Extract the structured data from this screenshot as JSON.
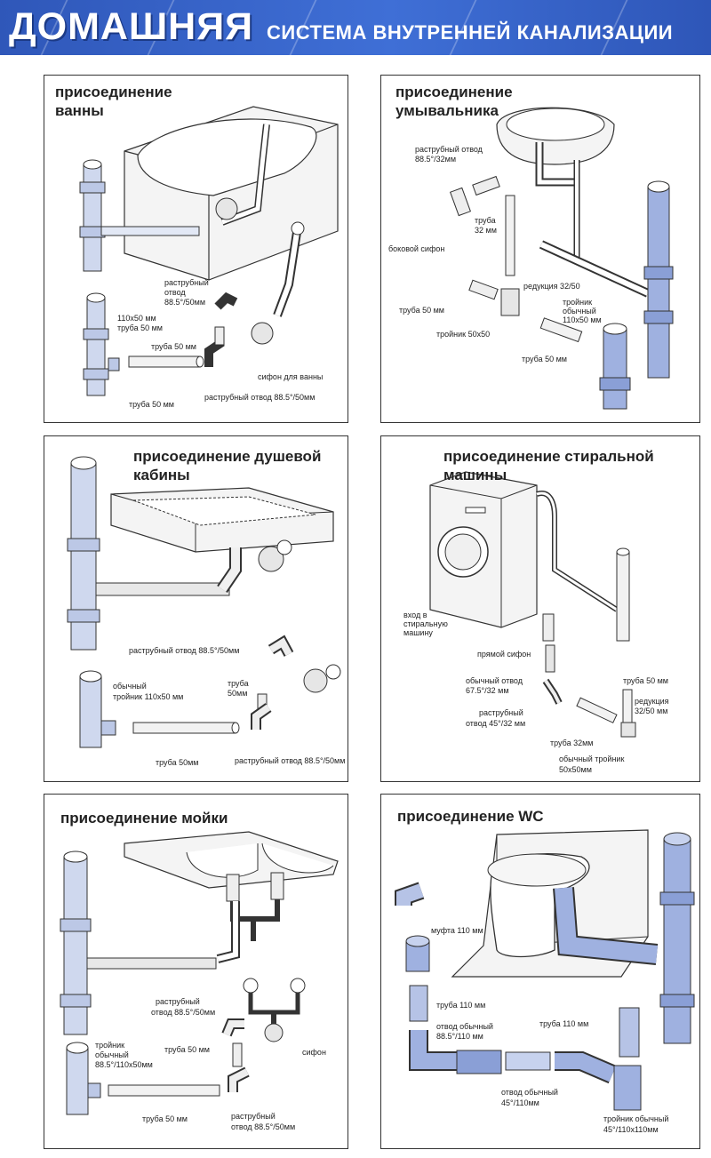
{
  "header": {
    "main": "ДОМАШНЯЯ",
    "sub": "СИСТЕМА ВНУТРЕННЕЙ КАНАЛИЗАЦИИ"
  },
  "colors": {
    "header_blue": "#3a66cc",
    "pipe_blue": "#8a9fd6"
  },
  "panels": {
    "bath": {
      "title_line1": "присоединение",
      "title_line2": "ванны",
      "labels": {
        "elbow_a_l1": "раструбный",
        "elbow_a_l2": "отвод",
        "elbow_a_l3": "88.5°/50мм",
        "tee": "110х50 мм",
        "pipe_a": "труба 50 мм",
        "pipe_b": "труба 50 мм",
        "siphon": "сифон для ванны",
        "elbow_b": "раструбный отвод 88.5°/50мм",
        "pipe_c": "труба 50 мм"
      }
    },
    "basin": {
      "title_line1": "присоединение",
      "title_line2": "умывальника",
      "labels": {
        "elbow_l1": "раструбный отвод",
        "elbow_l2": "88.5°/32мм",
        "pipe32_l1": "труба",
        "pipe32_l2": "32 мм",
        "side_siphon": "боковой сифон",
        "reducer": "редукция 32/50",
        "pipe50_a": "труба 50 мм",
        "tee_l1": "тройник",
        "tee_l2": "обычный",
        "tee_l3": "110х50 мм",
        "tee50": "тройник 50х50",
        "pipe50_b": "труба 50 мм"
      }
    },
    "shower": {
      "title_line1": "присоединение душевой",
      "title_line2": "кабины",
      "labels": {
        "elbow_a": "раструбный отвод 88.5°/50мм",
        "tee_l1": "обычный",
        "tee_l2": "тройник 110х50 мм",
        "pipe_l1": "труба",
        "pipe_l2": "50мм",
        "pipe_long": "труба 50мм",
        "elbow_b": "раструбный отвод 88.5°/50мм"
      }
    },
    "washer": {
      "title_line1": "присоединение стиральной",
      "title_line2": "машины",
      "labels": {
        "inlet_l1": "вход в",
        "inlet_l2": "стиральную",
        "inlet_l3": "машину",
        "straight_siphon": "прямой сифон",
        "elbow675_l1": "обычный отвод",
        "elbow675_l2": "67.5°/32 мм",
        "pipe50": "труба 50 мм",
        "reducer_l1": "редукция",
        "reducer_l2": "32/50 мм",
        "elbow45_l1": "раструбный",
        "elbow45_l2": "отвод 45°/32 мм",
        "pipe32": "труба 32мм",
        "tee_l1": "обычный тройник",
        "tee_l2": "50х50мм"
      }
    },
    "sink": {
      "title": "присоединение мойки",
      "labels": {
        "elbow_a_l1": "раструбный",
        "elbow_a_l2": "отвод 88.5°/50мм",
        "tee_l1": "тройник",
        "tee_l2": "обычный",
        "tee_l3": "88.5°/110х50мм",
        "pipe_short": "труба 50 мм",
        "siphon": "сифон",
        "pipe_long": "труба 50 мм",
        "elbow_b_l1": "раструбный",
        "elbow_b_l2": "отвод 88.5°/50мм"
      }
    },
    "wc": {
      "title": "присоединение WC",
      "labels": {
        "coupling": "муфта 110 мм",
        "pipe110_a": "труба 110 мм",
        "elbow_l1": "отвод обычный",
        "elbow_l2": "88.5°/110 мм",
        "pipe110_b": "труба 110 мм",
        "elbow45_l1": "отвод обычный",
        "elbow45_l2": "45°/110мм",
        "tee_l1": "тройник обычный",
        "tee_l2": "45°/110х110мм"
      }
    }
  }
}
